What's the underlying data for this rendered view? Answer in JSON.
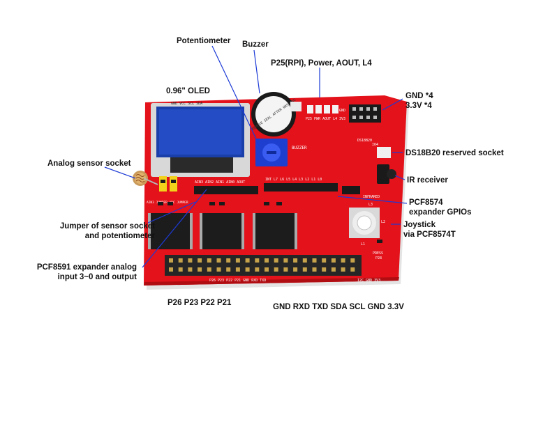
{
  "labels": {
    "potentiometer": "Potentiometer",
    "buzzer": "Buzzer",
    "p25_power": "P25(RPI), Power, AOUT, L4",
    "oled": "0.96\" OLED",
    "gnd_3v3_line1": "GND *4",
    "gnd_3v3_line2": "3.3V *4",
    "analog_sensor_socket": "Analog sensor socket",
    "ds18b20": "DS18B20 reserved socket",
    "ir_receiver": "IR receiver",
    "pcf8574_line1": "PCF8574",
    "pcf8574_line2": "expander GPIOs",
    "jumper_line1": "Jumper of sensor socket",
    "jumper_line2": "and potentiometer",
    "joystick_line1": "Joystick",
    "joystick_line2": "via PCF8574T",
    "pcf8591_line1": "PCF8591 expander analog",
    "pcf8591_line2": "input 3~0 and output",
    "bottom_left_pins": "P26 P23 P22 P21",
    "bottom_right_pins": "GND RXD TXD SDA SCL GND 3.3V"
  },
  "board_silkscreen": {
    "oled_pins": "GND VCC SCL SDA",
    "buzzer_label": "BUZZER",
    "buzzer_sticker": "REMOVE SEAL AFTER WASHING",
    "led_row": "P25 PWR AOUT L4",
    "gnd_row": "GND",
    "v3_row": "3V3",
    "ds18b20": "DS18B20",
    "ds18b20_io": "IO4",
    "aout_header": "AIN3 AIN2 AIN1 AIN0 AOUT",
    "gpio_header": "INT L7 L6 L5 L4 L3 L2 L1 L0",
    "jumper_text": "AIN3 JUMPER ADC JUMPER",
    "infrared": "INFRARED",
    "press": "PRESS",
    "p28": "P28",
    "joystick_l3": "L3",
    "joystick_l1": "L1",
    "joystick_l2": "L2",
    "bottom_header": "P26 P23 P22 P21 GND RXD TXD",
    "bottom_header_right": "I2C GND 3V3"
  }
}
